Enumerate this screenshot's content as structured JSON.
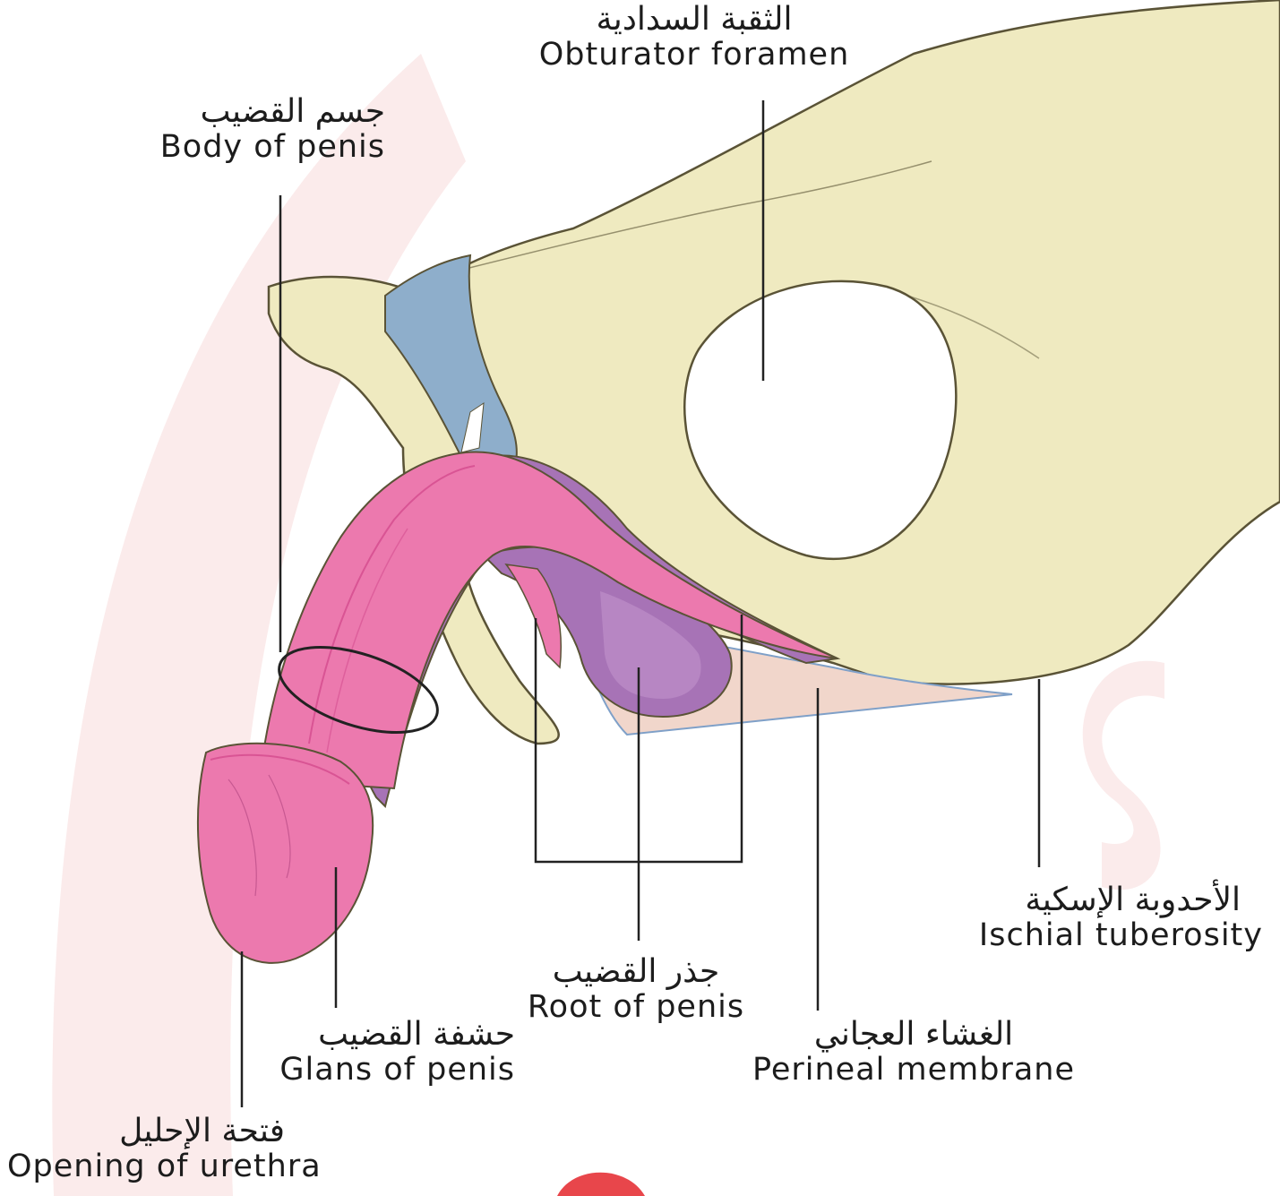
{
  "labels": {
    "obturator_foramen": {
      "ar": "الثقبة السدادية",
      "en": "Obturator foramen"
    },
    "body_of_penis": {
      "ar": "جسم القضيب",
      "en": "Body of penis"
    },
    "ischial_tuberosity": {
      "ar": "الأحدوبة الإسكية",
      "en": "Ischial tuberosity"
    },
    "root_of_penis": {
      "ar": "جذر القضيب",
      "en": "Root of penis"
    },
    "perineal_membrane": {
      "ar": "الغشاء العجاني",
      "en": "Perineal membrane"
    },
    "glans_of_penis": {
      "ar": "حشفة القضيب",
      "en": "Glans of penis"
    },
    "opening_of_urethra": {
      "ar": "فتحة الإحليل",
      "en": "Opening of urethra"
    }
  },
  "colors": {
    "bone": "#efeac0",
    "bone_outline": "#5a5336",
    "ligament": "#8eaecb",
    "shaft": "#ec79ae",
    "shaft_dark": "#d95494",
    "crus": "#a773b6",
    "crus_light": "#bd8fc9",
    "membrane": "#f1d6cb",
    "leader": "#222222",
    "watermark": "#fbe9e9",
    "logo_red": "#e8464b"
  }
}
